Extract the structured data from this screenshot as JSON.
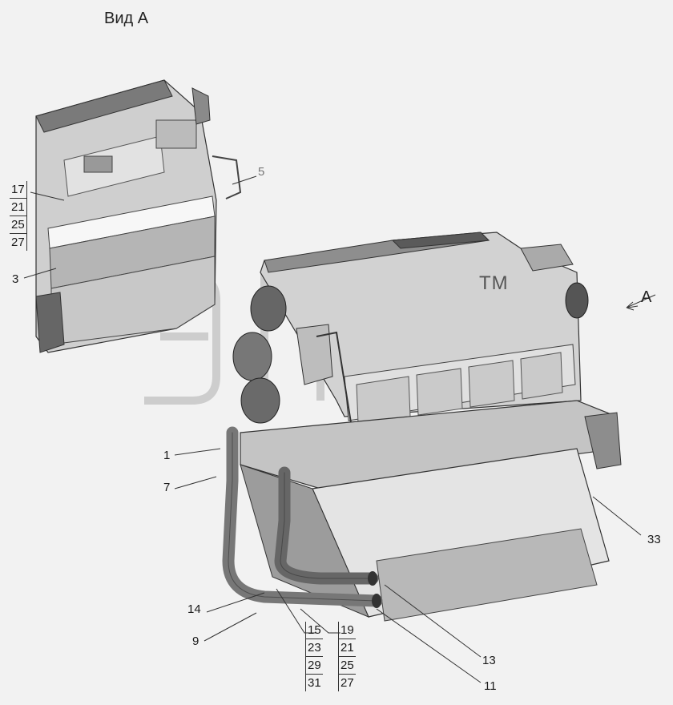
{
  "view_title": "Вид А",
  "trademark": "TM",
  "view_arrow_label": "A",
  "callouts": {
    "c1": "1",
    "c3": "3",
    "c5": "5",
    "c7": "7",
    "c9": "9",
    "c11": "11",
    "c13": "13",
    "c14": "14",
    "c33": "33"
  },
  "stacks": {
    "top_left": [
      "17",
      "21",
      "25",
      "27"
    ],
    "bottom_a": [
      "15",
      "23",
      "29",
      "31"
    ],
    "bottom_b": [
      "19",
      "21",
      "25",
      "27"
    ]
  },
  "colors": {
    "line": "#333333",
    "body": "#d6d6d6",
    "shade": "#9a9a9a",
    "dark": "#4a4a4a",
    "watermark": "#bdbdbd"
  }
}
